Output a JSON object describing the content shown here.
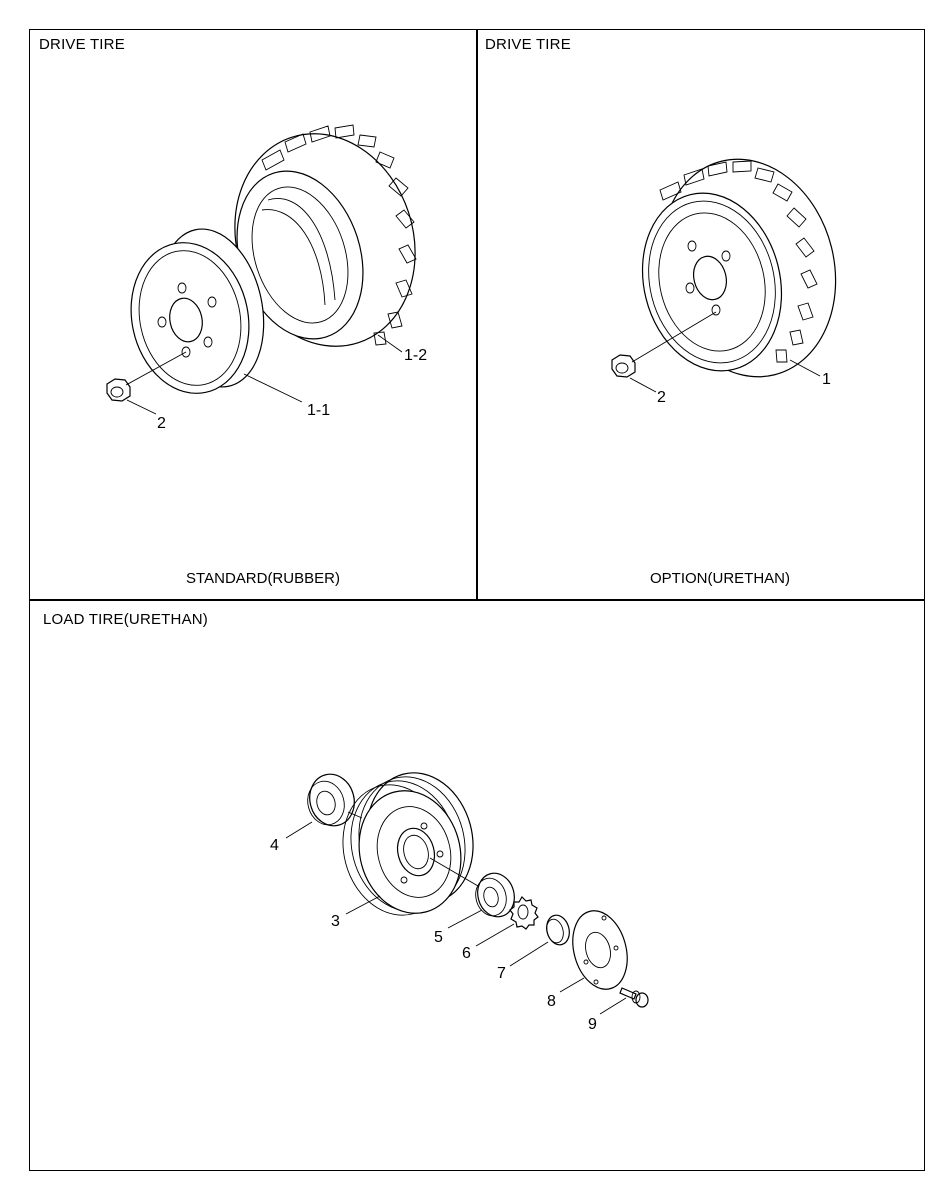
{
  "panels": {
    "standard": {
      "title": "DRIVE TIRE",
      "caption": "STANDARD(RUBBER)",
      "callouts": [
        "1-2",
        "1-1",
        "2"
      ]
    },
    "option": {
      "title": "DRIVE TIRE",
      "caption": "OPTION(URETHAN)",
      "callouts": [
        "1",
        "2"
      ]
    },
    "load": {
      "title": "LOAD TIRE(URETHAN)",
      "callouts": [
        "4",
        "3",
        "5",
        "6",
        "7",
        "8",
        "9"
      ]
    }
  }
}
